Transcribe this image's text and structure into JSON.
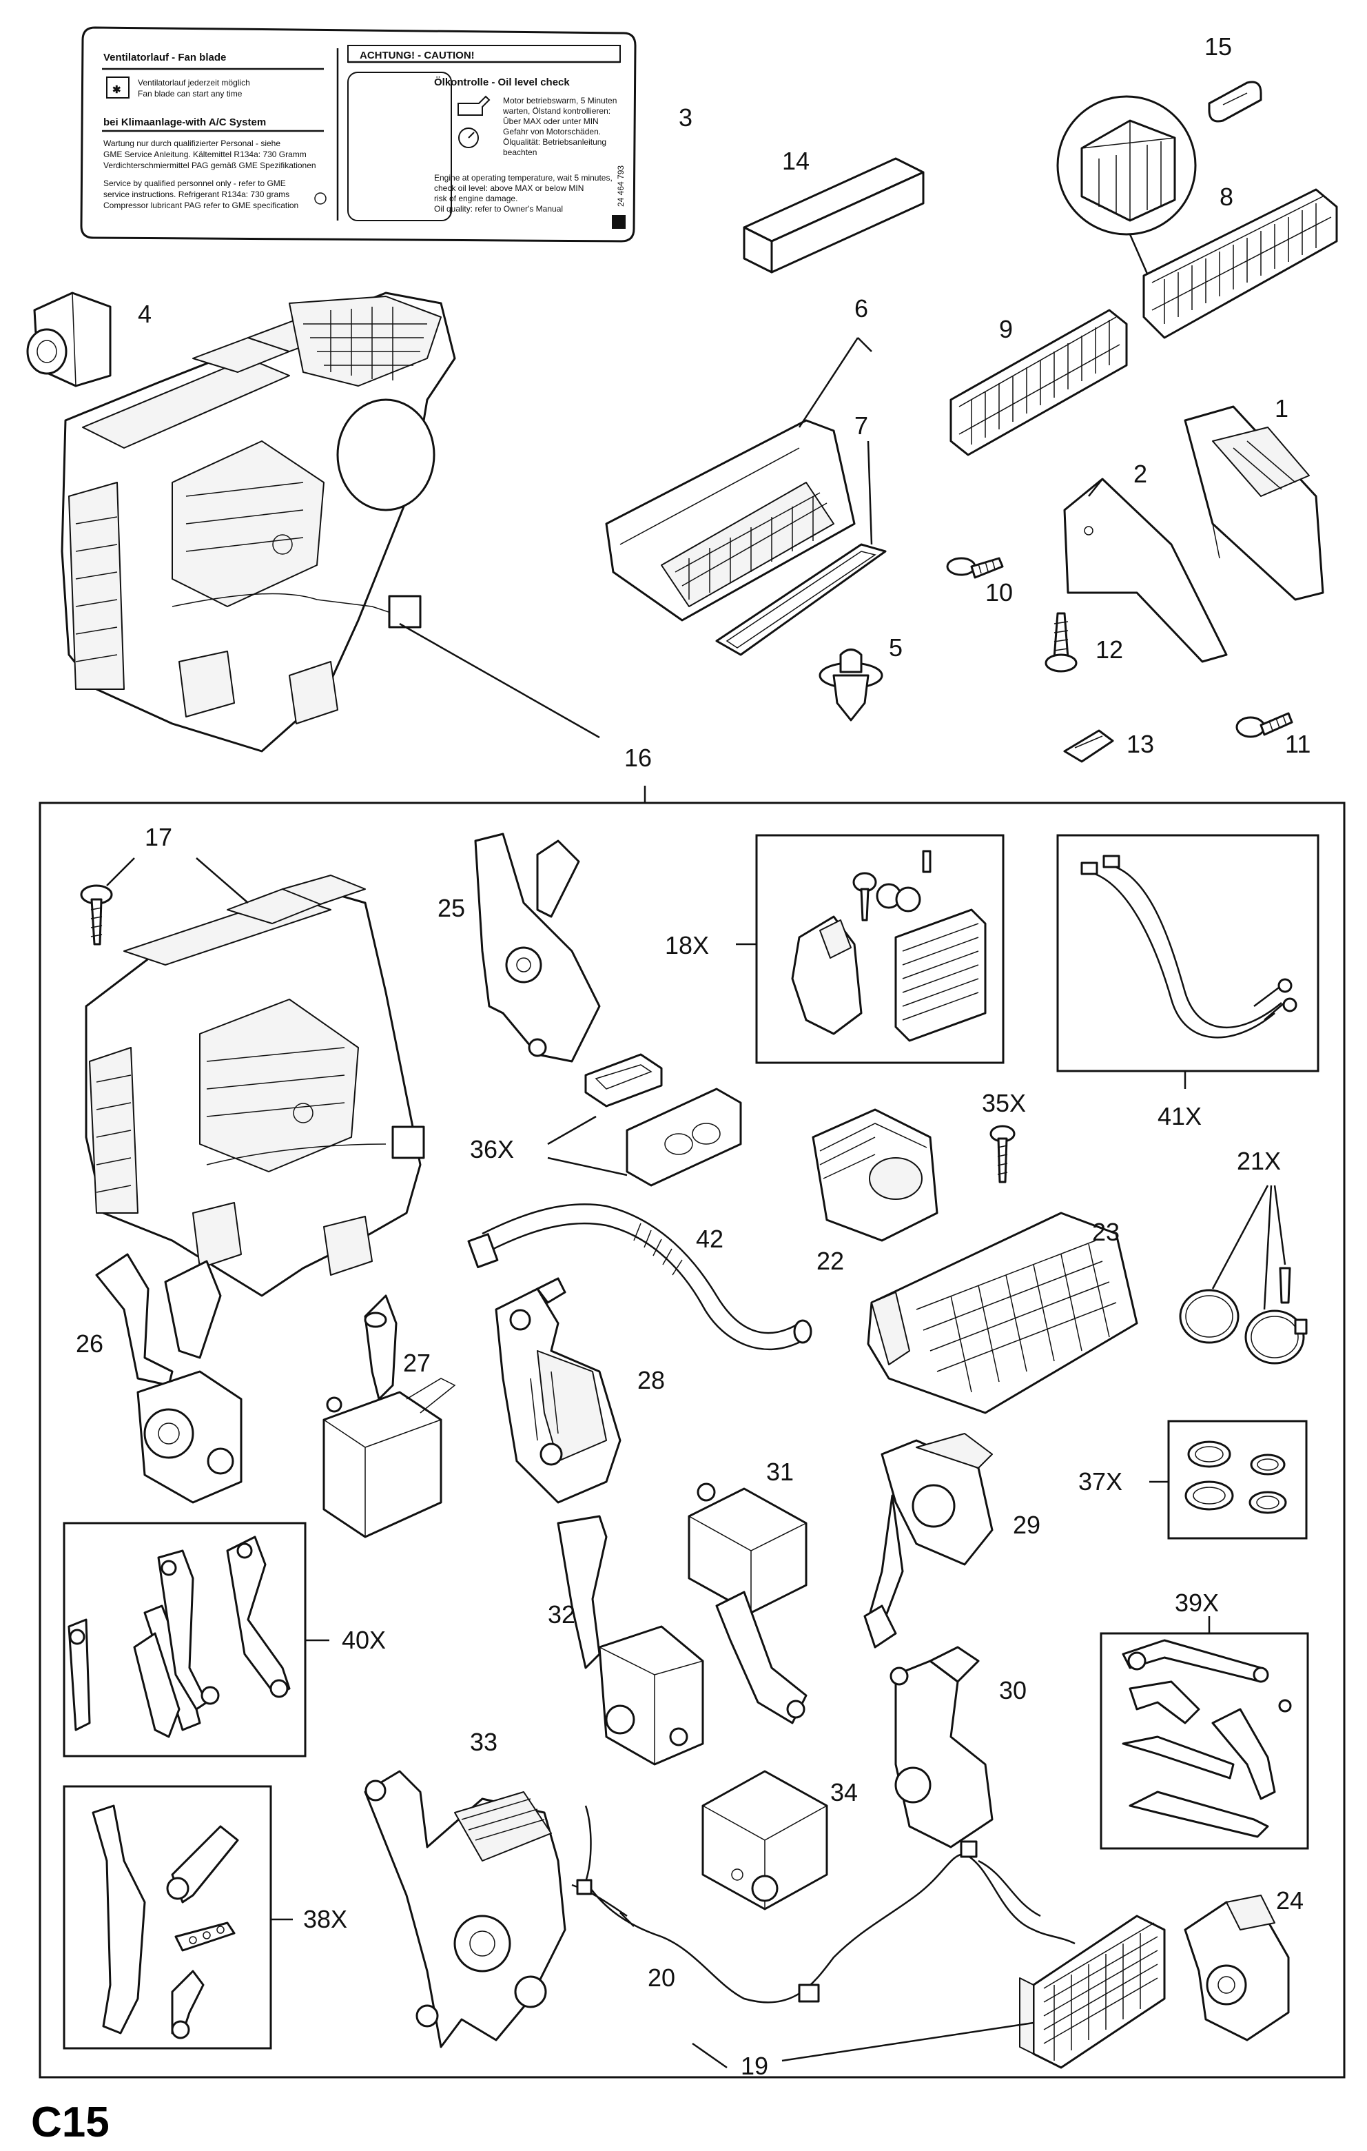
{
  "page_code": "C15",
  "label_card": {
    "header_left": "Ventilatorlauf - Fan blade",
    "header_right": "ACHTUNG! - CAUTION!",
    "fan_text_1": "Ventilatorlauf jederzeit möglich",
    "fan_text_2": "Fan blade can start any time",
    "system_heading": "bei Klimaanlage-with A/C System",
    "warning_de_1": "Wartung nur durch qualifizierter Personal - siehe",
    "warning_de_2": "GME Service Anleitung. Kältemittel R134a: 730 Gramm",
    "warning_de_3": "Verdichterschmiermittel PAG gemäß GME Spezifikationen",
    "warning_en_1": "Service by qualified personnel only - refer to GME",
    "warning_en_2": "service instructions. Refrigerant R134a: 730 grams",
    "warning_en_3": "Compressor lubricant PAG refer to GME specification",
    "oil_heading": "Ölkontrolle - Oil level check",
    "oil_de_1": "Motor betriebswarm, 5 Minuten",
    "oil_de_2": "warten, Ölstand kontrollieren:",
    "oil_de_3": "Über MAX oder unter MIN",
    "oil_de_4": "Gefahr von Motorschäden.",
    "oil_de_5": "Ölqualität: Betriebsanleitung",
    "oil_de_6": "beachten",
    "oil_en_1": "Engine at operating temperature, wait 5 minutes,",
    "oil_en_2": "check oil level: above MAX or below MIN",
    "oil_en_3": "risk of engine damage.",
    "oil_en_4": "Oil quality: refer to Owner's Manual",
    "part_code": "24 464 793"
  },
  "callouts": [
    "1",
    "2",
    "3",
    "4",
    "5",
    "6",
    "7",
    "8",
    "9",
    "10",
    "11",
    "12",
    "13",
    "14",
    "15",
    "16",
    "17",
    "18X",
    "19",
    "20",
    "21X",
    "22",
    "23",
    "24",
    "25",
    "26",
    "27",
    "28",
    "29",
    "30",
    "31",
    "32",
    "33",
    "34",
    "35X",
    "36X",
    "37X",
    "38X",
    "39X",
    "40X",
    "41X",
    "42"
  ]
}
